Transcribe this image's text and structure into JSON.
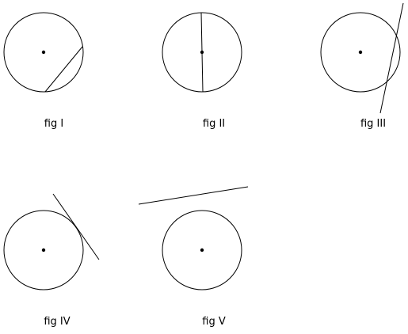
{
  "figures": [
    {
      "label": "fig I",
      "line_kind": "chord"
    },
    {
      "label": "fig II",
      "line_kind": "diameter"
    },
    {
      "label": "fig III",
      "line_kind": "secant"
    },
    {
      "label": "fig IV",
      "line_kind": "tangent"
    },
    {
      "label": "fig V",
      "line_kind": "non-intersecting line"
    }
  ],
  "colors": {
    "stroke": "#000000",
    "background": "#ffffff"
  }
}
